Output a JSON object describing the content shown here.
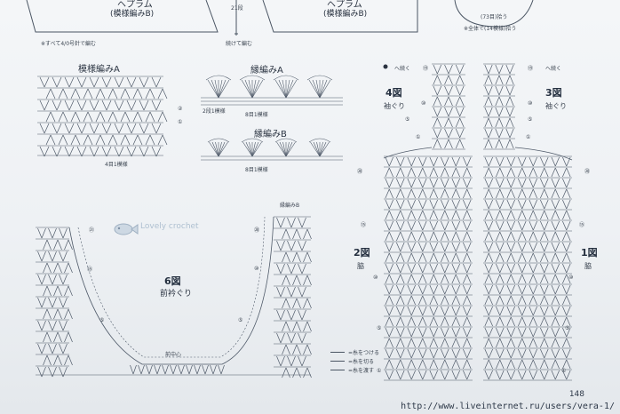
{
  "top": {
    "left_title_partial": "ヘプラム",
    "left_subtitle": "(模様編みB)",
    "center_rows": "21段",
    "right_title_partial": "ヘプラム",
    "right_subtitle": "(模様編みB)",
    "right_stitch": "(73目)拾う",
    "note_left": "※すべて4/0号針で編む",
    "note_center": "続けて編む",
    "note_right": "※全体で(14模様)拾う"
  },
  "pattern_a": {
    "title": "模様編みA",
    "repeat": "4目1模様",
    "row_repeat": "2段1模様"
  },
  "edge_a": {
    "title": "縁編みA",
    "repeat": "8目1模様"
  },
  "edge_b": {
    "title": "縁編みB",
    "repeat": "8目1模様"
  },
  "fig6": {
    "number": "6図",
    "caption": "前衿ぐり",
    "center": "前中心",
    "edge_note": "縁編みB"
  },
  "fig4": {
    "number": "4図",
    "caption": "袖ぐり",
    "continue": "へ続く"
  },
  "fig3": {
    "number": "3図",
    "caption": "袖ぐり",
    "continue": "へ続く"
  },
  "fig2": {
    "number": "2図",
    "caption": "脇"
  },
  "fig1": {
    "number": "1図",
    "caption": "脇"
  },
  "legend": {
    "attach": "=糸をつける",
    "cut": "=糸を切る",
    "pass": "=糸を渡す"
  },
  "circled": {
    "c1": "①",
    "c5": "⑤",
    "c10": "⑩",
    "c15": "⑮",
    "c19": "⑲",
    "c20": "⑳",
    "c21": "㉑",
    "c2": "②"
  },
  "page_number": "148",
  "url": "http://www.liveinternet.ru/users/vera-1/",
  "watermark": "Lovely crochet"
}
